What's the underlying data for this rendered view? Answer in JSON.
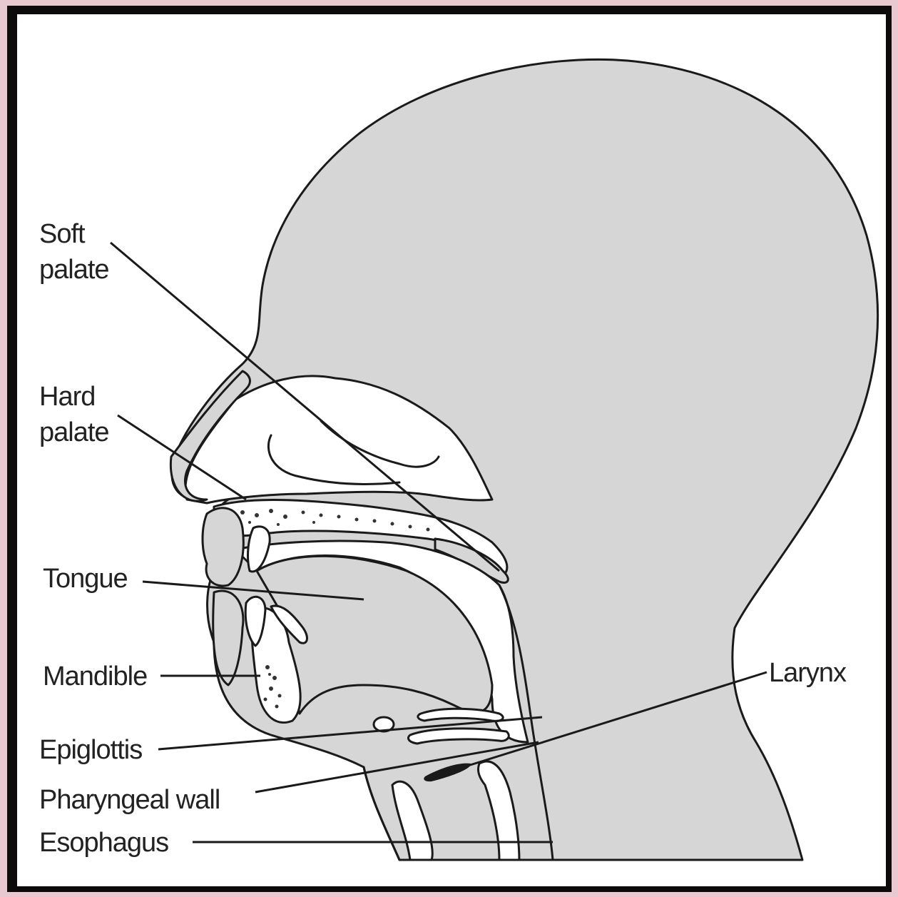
{
  "diagram": {
    "labels": {
      "soft_palate_line1": "Soft",
      "soft_palate_line2": "palate",
      "hard_palate_line1": "Hard",
      "hard_palate_line2": "palate",
      "tongue": "Tongue",
      "mandible": "Mandible",
      "epiglottis": "Epiglottis",
      "pharyngeal_wall": "Pharyngeal wall",
      "esophagus": "Esophagus",
      "larynx": "Larynx"
    },
    "colors": {
      "tissue": "#d6d6d6",
      "background": "#ffffff",
      "frame": "#e8c9d2",
      "border": "#0c0a0b"
    }
  }
}
